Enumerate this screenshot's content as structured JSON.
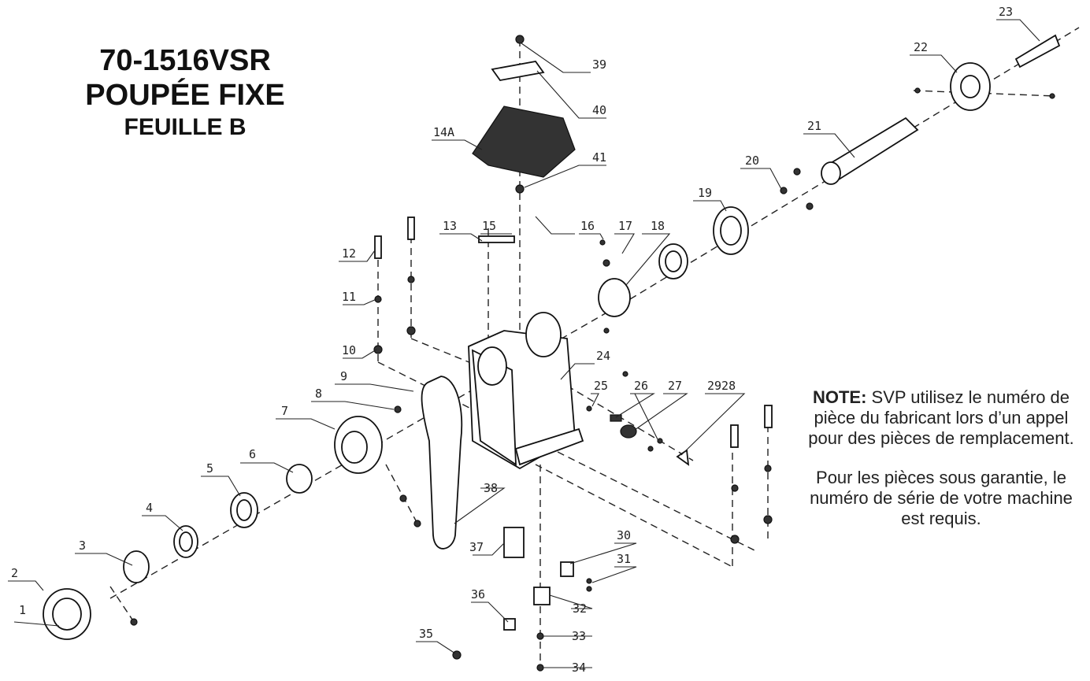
{
  "title": {
    "model": "70-1516VSR",
    "assembly": "POUPÉE FIXE",
    "sheet": "FEUILLE B"
  },
  "note": {
    "label": "NOTE:",
    "text": " SVP utilisez le numéro de pièce du fabricant lors d’un appel pour des pièces de remplacement.",
    "warranty": "Pour les pièces sous garantie, le numéro de série de votre machine est requis."
  },
  "callouts": [
    "1",
    "2",
    "3",
    "4",
    "5",
    "6",
    "7",
    "8",
    "9",
    "10",
    "11",
    "12",
    "13",
    "14A",
    "15",
    "16",
    "17",
    "18",
    "19",
    "20",
    "21",
    "22",
    "23",
    "24",
    "25",
    "26",
    "27",
    "2928",
    "30",
    "31",
    "32",
    "33",
    "34",
    "35",
    "36",
    "37",
    "38",
    "39",
    "40",
    "41"
  ]
}
